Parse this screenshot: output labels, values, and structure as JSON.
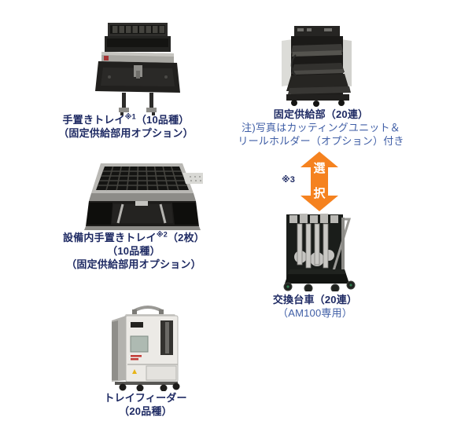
{
  "colors": {
    "caption": "#1e2a63",
    "note": "#3f5ea6",
    "arrow": "#f5821f"
  },
  "devices": {
    "hand_tray": {
      "title_main": "手置きトレイ",
      "title_sup": "※1",
      "title_rest": "（10品種）",
      "line2": "（固定供給部用オプション）"
    },
    "fixed_supply_unit": {
      "title": "固定供給部（20連）",
      "note1": "注)写真はカッティングユニット＆",
      "note2": "リールホルダー（オプション）付き"
    },
    "inner_hand_tray": {
      "title_main": "設備内手置きトレイ",
      "title_sup": "※2",
      "title_rest": "（2枚）",
      "line2": "（10品種）",
      "line3": "（固定供給部用オプション）"
    },
    "exchange_cart": {
      "title": "交換台車（20連）",
      "subtitle": "（AM100専用）"
    },
    "tray_feeder": {
      "title": "トレイフィーダー",
      "line2": "（20品種）"
    }
  },
  "selector_arrow": {
    "char_top": "選",
    "char_bottom": "択",
    "footnote": "※3"
  }
}
